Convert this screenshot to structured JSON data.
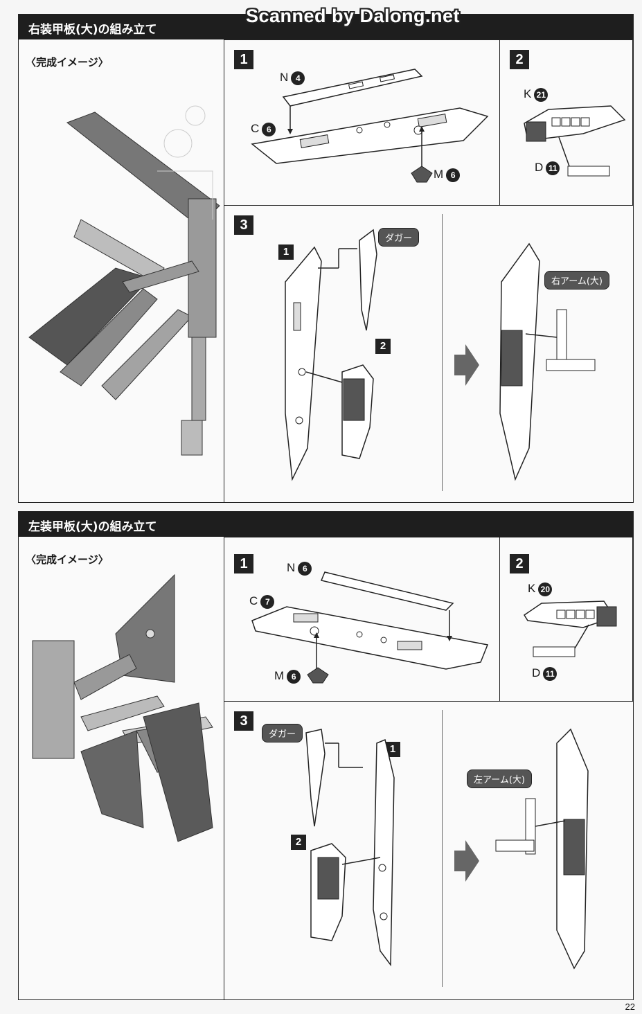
{
  "watermark": "Scanned by Dalong.net",
  "page_number": "22",
  "right_section": {
    "title": "右装甲板(大)の組み立て",
    "completion_label": "〈完成イメージ〉",
    "step1": {
      "num": "1",
      "parts": [
        {
          "letter": "N",
          "num": "4"
        },
        {
          "letter": "C",
          "num": "6"
        },
        {
          "letter": "M",
          "num": "6"
        }
      ]
    },
    "step2": {
      "num": "2",
      "parts": [
        {
          "letter": "K",
          "num": "21"
        },
        {
          "letter": "D",
          "num": "11"
        }
      ]
    },
    "step3": {
      "num": "3",
      "sub1": "1",
      "sub2": "2",
      "dagger_label": "ダガー",
      "arm_label": "右アーム(大)"
    }
  },
  "left_section": {
    "title": "左装甲板(大)の組み立て",
    "completion_label": "〈完成イメージ〉",
    "step1": {
      "num": "1",
      "parts": [
        {
          "letter": "N",
          "num": "6"
        },
        {
          "letter": "C",
          "num": "7"
        },
        {
          "letter": "M",
          "num": "6"
        }
      ]
    },
    "step2": {
      "num": "2",
      "parts": [
        {
          "letter": "K",
          "num": "20"
        },
        {
          "letter": "D",
          "num": "11"
        }
      ]
    },
    "step3": {
      "num": "3",
      "sub1": "1",
      "sub2": "2",
      "dagger_label": "ダガー",
      "arm_label": "左アーム(大)"
    }
  }
}
